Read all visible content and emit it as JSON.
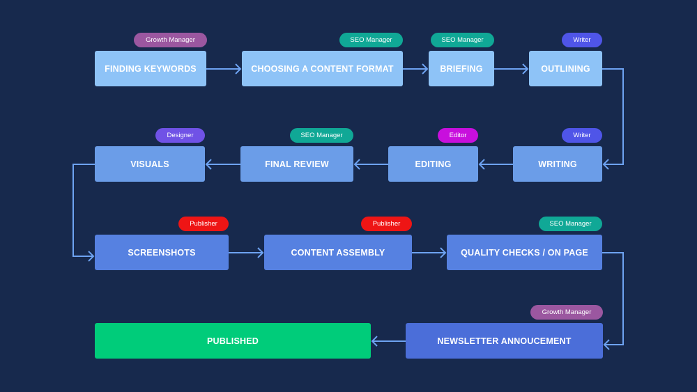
{
  "colors": {
    "background": "#17294d",
    "edge": "#6ea3f2",
    "row1_node": "#8ec3f7",
    "row2_node": "#6b9de8",
    "row3_node": "#5681e1",
    "row4_node": "#4b6ed9",
    "published": "#00cc7a"
  },
  "roles": {
    "growth_manager": {
      "label": "Growth Manager",
      "color": "#9b57a0"
    },
    "seo_manager": {
      "label": "SEO Manager",
      "color": "#10a896"
    },
    "writer": {
      "label": "Writer",
      "color": "#4f55e8"
    },
    "designer": {
      "label": "Designer",
      "color": "#7052e6"
    },
    "editor": {
      "label": "Editor",
      "color": "#c80fdd"
    },
    "publisher": {
      "label": "Publisher",
      "color": "#ee1515"
    }
  },
  "steps": [
    {
      "id": "finding-keywords",
      "label": "FINDING KEYWORDS",
      "role": "growth_manager",
      "row": 1
    },
    {
      "id": "choosing-a-content-format",
      "label": "CHOOSING A CONTENT FORMAT",
      "role": "seo_manager",
      "row": 1
    },
    {
      "id": "briefing",
      "label": "BRIEFING",
      "role": "seo_manager",
      "row": 1
    },
    {
      "id": "outlining",
      "label": "OUTLINING",
      "role": "writer",
      "row": 1
    },
    {
      "id": "writing",
      "label": "WRITING",
      "role": "writer",
      "row": 2
    },
    {
      "id": "editing",
      "label": "EDITING",
      "role": "editor",
      "row": 2
    },
    {
      "id": "final-review",
      "label": "FINAL REVIEW",
      "role": "seo_manager",
      "row": 2
    },
    {
      "id": "visuals",
      "label": "VISUALS",
      "role": "designer",
      "row": 2
    },
    {
      "id": "screenshots",
      "label": "SCREENSHOTS",
      "role": "publisher",
      "row": 3
    },
    {
      "id": "content-assembly",
      "label": "CONTENT ASSEMBLY",
      "role": "publisher",
      "row": 3
    },
    {
      "id": "quality-checks-on-page",
      "label": "QUALITY CHECKS / ON PAGE",
      "role": "seo_manager",
      "row": 3
    },
    {
      "id": "newsletter-annoucement",
      "label": "NEWSLETTER ANNOUCEMENT",
      "role": "growth_manager",
      "row": 4
    },
    {
      "id": "published",
      "label": "PUBLISHED",
      "role": null,
      "row": 4
    }
  ]
}
